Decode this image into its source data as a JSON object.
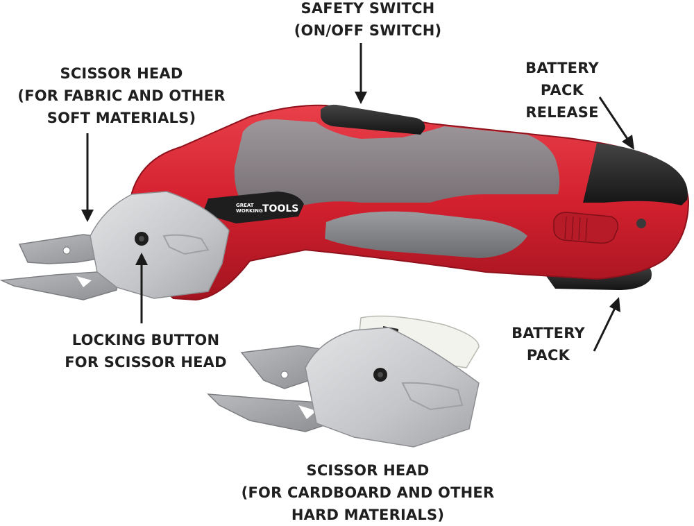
{
  "labels": {
    "safety_switch": [
      "SAFETY SWITCH",
      "(ON/OFF SWITCH)"
    ],
    "scissor_head_soft": [
      "SCISSOR HEAD",
      "(FOR FABRIC AND OTHER",
      "SOFT MATERIALS)"
    ],
    "battery_release": [
      "BATTERY",
      "PACK",
      "RELEASE"
    ],
    "locking_button": [
      "LOCKING BUTTON",
      "FOR SCISSOR HEAD"
    ],
    "battery_pack": [
      "BATTERY",
      "PACK"
    ],
    "scissor_head_hard": [
      "SCISSOR HEAD",
      "(FOR CARDBOARD AND OTHER",
      "HARD MATERIALS)"
    ]
  },
  "brand": {
    "small_top": "GREAT",
    "small_bottom": "WORKING",
    "large": "TOOLS"
  },
  "colors": {
    "tool_red": "#d3202f",
    "tool_gray": "#7d7f84",
    "head_silver": "#c9cacd",
    "blade_steel": "#a3a5a8",
    "text": "#1f1f1f"
  }
}
